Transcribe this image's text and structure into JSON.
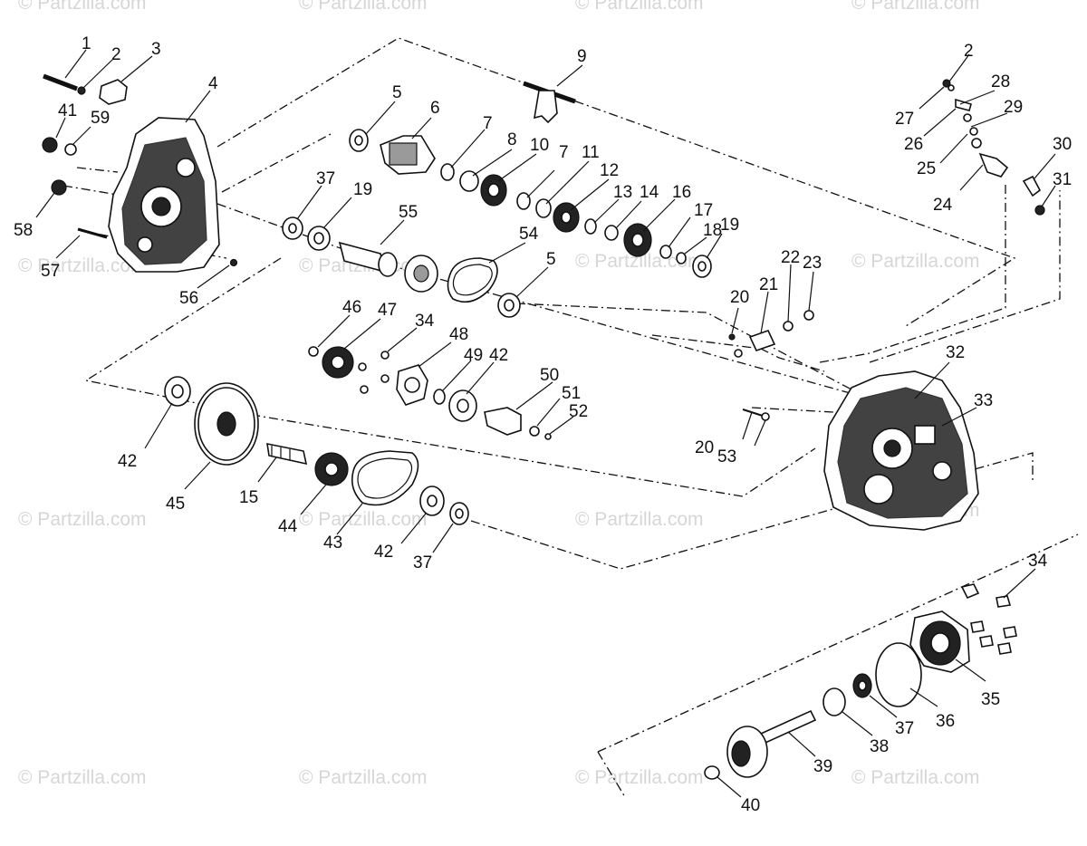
{
  "watermark": "© Partzilla.com",
  "callouts": [
    "1",
    "2",
    "3",
    "4",
    "5",
    "6",
    "7",
    "8",
    "9",
    "10",
    "11",
    "12",
    "13",
    "14",
    "15",
    "16",
    "17",
    "18",
    "19",
    "20",
    "21",
    "22",
    "23",
    "24",
    "25",
    "26",
    "27",
    "28",
    "29",
    "30",
    "31",
    "32",
    "33",
    "34",
    "35",
    "36",
    "37",
    "38",
    "39",
    "40",
    "41",
    "42",
    "43",
    "44",
    "45",
    "46",
    "47",
    "48",
    "49",
    "50",
    "51",
    "52",
    "53",
    "54",
    "55",
    "56",
    "57",
    "58",
    "59"
  ]
}
